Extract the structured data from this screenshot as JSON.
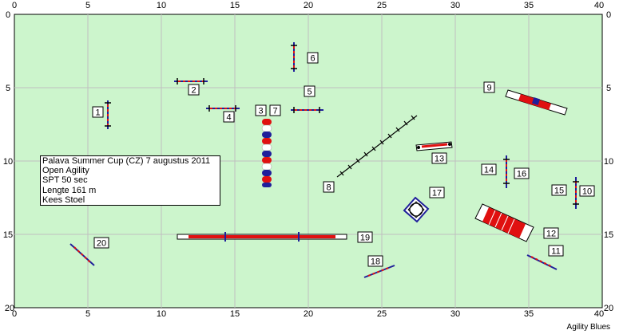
{
  "course_info": {
    "lines": [
      "Palava Summer Cup (CZ) 7 augustus 2011",
      "Open Agility",
      "SPT 50 sec",
      "Lengte 161 m",
      "Kees Stoel"
    ]
  },
  "credit": "Agility Blues",
  "colors": {
    "field": "#ccf5cc",
    "grid": "#c0c0c0",
    "obstacle_blue": "#1f1f9a",
    "obstacle_red": "#e01010"
  },
  "axes": {
    "x_ticks": [
      "0",
      "5",
      "10",
      "15",
      "20",
      "25",
      "30",
      "35",
      "40"
    ],
    "y_ticks": [
      "0",
      "5",
      "10",
      "15",
      "20"
    ]
  },
  "obstacle_labels": [
    "1",
    "2",
    "3",
    "4",
    "5",
    "6",
    "7",
    "8",
    "9",
    "10",
    "11",
    "12",
    "13",
    "14",
    "15",
    "16",
    "17",
    "18",
    "19",
    "20"
  ]
}
